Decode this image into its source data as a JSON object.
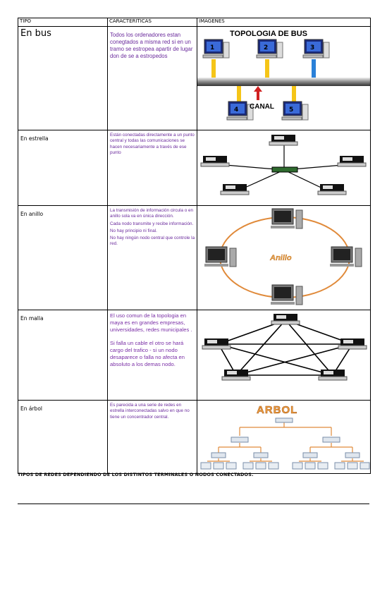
{
  "table": {
    "headers": [
      "TIPO",
      "CARACTERITICAS",
      "IMAGENES"
    ],
    "rows": [
      {
        "tipo": "En bus",
        "desc": [
          "Todos los ordenadores estan conegtados a misma red si en un tramo se estropea apartir de lugar don de se a estropedos"
        ],
        "image": {
          "title": "TOPOLOGIA DE BUS",
          "label": "CANAL",
          "nodes": [
            "1",
            "2",
            "3",
            "4",
            "5"
          ]
        }
      },
      {
        "tipo": "En estrella",
        "desc": [
          "Están conectadas directamente a un punto central y todas las comunicaciones se hacen necesariamente a través de ese punto"
        ],
        "image": {}
      },
      {
        "tipo": "En anillo",
        "desc": [
          "La transmisión de información circula o en anillo sola va en única dirección.",
          "Cada nodo transmite y recibe información.",
          "No hay principio ni final.",
          "No hay ningún nodo central que controle la red."
        ],
        "image": {
          "label": "Anillo"
        }
      },
      {
        "tipo": "En malla",
        "desc": [
          "El uso comun de la topologia en maya es en grandes empresas, universidades, redes municipales .",
          " Si falla un cable el otro se hará cargo del trafico - si un nodo desaparece o falla no afecta en absoluto a los demas nodo."
        ],
        "image": {}
      },
      {
        "tipo": "En árbol",
        "desc": [
          " Es parecida a una serie de redes en estrella interconectadas salvo en que no tiene un concentrador central."
        ],
        "image": {
          "title": "ARBOL"
        }
      }
    ]
  },
  "caption": "TIPOS DE REDES  DEPENDIENDO DE LOS DISTINTOS TERMINALES  O NODOS CONECTADOS."
}
